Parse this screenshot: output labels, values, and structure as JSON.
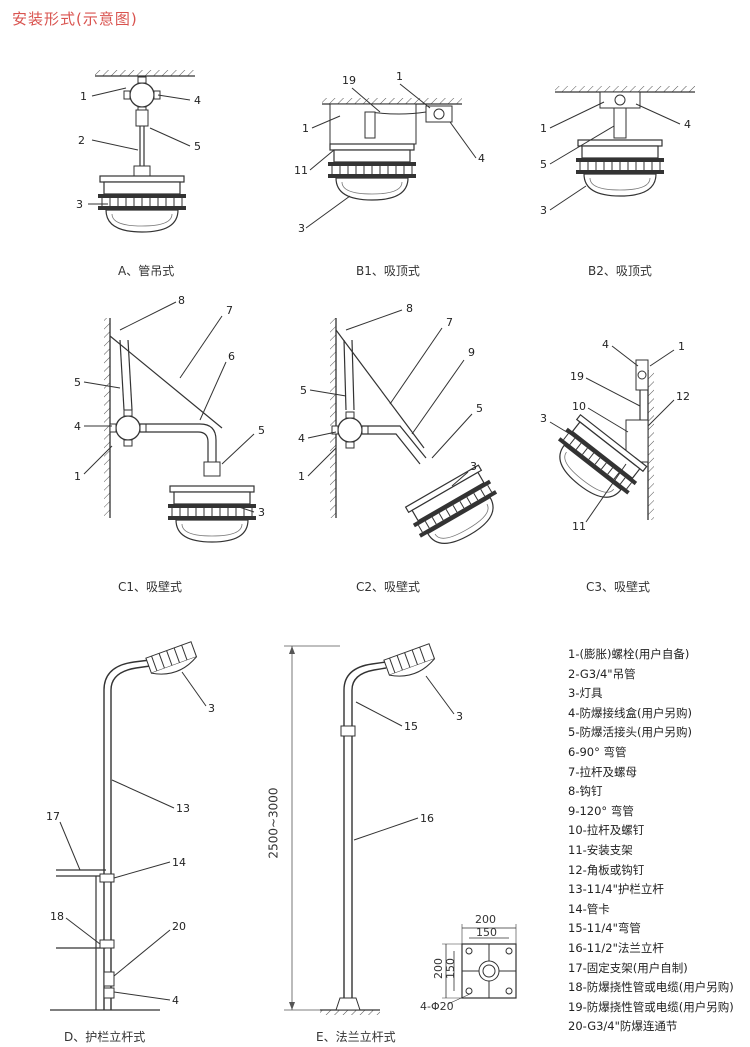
{
  "page_title": "安装形式(示意图)",
  "captions": {
    "a": "A、管吊式",
    "b1": "B1、吸顶式",
    "b2": "B2、吸顶式",
    "c1": "C1、吸壁式",
    "c2": "C2、吸壁式",
    "c3": "C3、吸壁式",
    "d": "D、护栏立杆式",
    "e": "E、法兰立杆式"
  },
  "dimensions": {
    "height_range": "2500~3000",
    "flange_width": "200",
    "flange_inner": "150",
    "flange_height": "200",
    "flange_height_inner": "150",
    "bolt_holes": "4-Φ20"
  },
  "legend": [
    "1-(膨胀)螺栓(用户自备)",
    "2-G3/4\"吊管",
    "3-灯具",
    "4-防爆接线盒(用户另购)",
    "5-防爆活接头(用户另购)",
    "6-90° 弯管",
    "7-拉杆及螺母",
    "8-钩钉",
    "9-120° 弯管",
    "10-拉杆及螺钉",
    "11-安装支架",
    "12-角板或钩钉",
    "13-11/4\"护栏立杆",
    "14-管卡",
    "15-11/4\"弯管",
    "16-11/2\"法兰立杆",
    "17-固定支架(用户自制)",
    "18-防爆挠性管或电缆(用户另购)",
    "19-防爆挠性管或电缆(用户另购)",
    "20-G3/4\"防爆连通节"
  ],
  "callouts": [
    "1",
    "2",
    "3",
    "4",
    "5",
    "6",
    "7",
    "8",
    "9",
    "10",
    "11",
    "12",
    "13",
    "14",
    "15",
    "16",
    "17",
    "18",
    "19",
    "20"
  ]
}
